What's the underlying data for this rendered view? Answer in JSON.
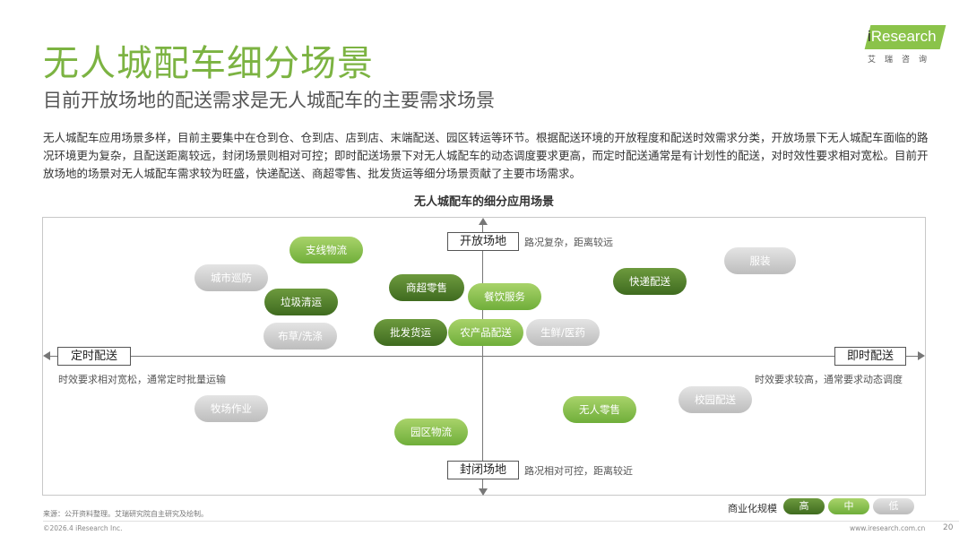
{
  "header": {
    "title": "无人城配车细分场景",
    "subtitle": "目前开放场地的配送需求是无人城配车的主要需求场景",
    "description": "无人城配车应用场景多样，目前主要集中在仓到仓、仓到店、店到店、末端配送、园区转运等环节。根据配送环境的开放程度和配送时效需求分类，开放场景下无人城配车面临的路况环境更为复杂，且配送距离较远，封闭场景则相对可控；即时配送场景下对无人城配车的动态调度要求更高，而定时配送通常是有计划性的配送，对时效性要求相对宽松。目前开放场地的场景对无人城配车需求较为旺盛，快递配送、商超零售、批发货运等细分场景贡献了主要市场需求。"
  },
  "logo": {
    "brand_i": "i",
    "brand_rest": "Research",
    "cn": "艾瑞咨询"
  },
  "diagram": {
    "title": "无人城配车的细分应用场景",
    "axes": {
      "top": {
        "label": "开放场地",
        "note": "路况复杂，距离较远"
      },
      "bottom": {
        "label": "封闭场地",
        "note": "路况相对可控，距离较近"
      },
      "left": {
        "label": "定时配送",
        "note": "时效要求相对宽松，通常定时批量运输"
      },
      "right": {
        "label": "即时配送",
        "note": "时效要求较高，通常要求动态调度"
      }
    },
    "scenarios": [
      {
        "label": "支线物流",
        "scale": "中"
      },
      {
        "label": "城市巡防",
        "scale": "低"
      },
      {
        "label": "垃圾清运",
        "scale": "高"
      },
      {
        "label": "布草/洗涤",
        "scale": "低"
      },
      {
        "label": "商超零售",
        "scale": "高"
      },
      {
        "label": "餐饮服务",
        "scale": "中"
      },
      {
        "label": "批发货运",
        "scale": "高"
      },
      {
        "label": "农产品配送",
        "scale": "中"
      },
      {
        "label": "生鲜/医药",
        "scale": "低"
      },
      {
        "label": "快递配送",
        "scale": "高"
      },
      {
        "label": "服装",
        "scale": "低"
      },
      {
        "label": "牧场作业",
        "scale": "低"
      },
      {
        "label": "园区物流",
        "scale": "中"
      },
      {
        "label": "无人零售",
        "scale": "中"
      },
      {
        "label": "校园配送",
        "scale": "低"
      }
    ],
    "legend": {
      "label": "商业化规模",
      "items": [
        {
          "label": "高",
          "level": "high"
        },
        {
          "label": "中",
          "level": "mid"
        },
        {
          "label": "低",
          "level": "low"
        }
      ]
    }
  },
  "footer": {
    "source": "来源：公开资料整理。艾瑞研究院自主研究及绘制。",
    "copyright": "©2026.4 iResearch Inc.",
    "site": "www.iresearch.com.cn",
    "page": "20"
  },
  "colors": {
    "high": "#4e7a2a",
    "mid": "#8bc34a",
    "low": "#cfcfcf",
    "accent": "#7cb342"
  }
}
